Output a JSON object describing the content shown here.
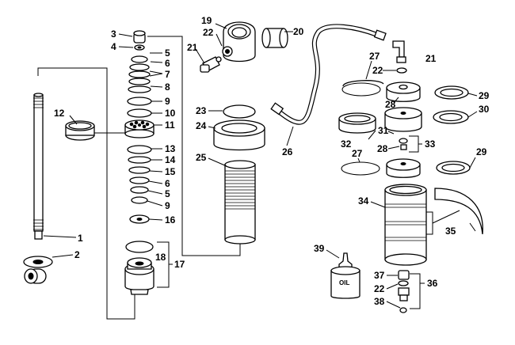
{
  "callouts": [
    "1",
    "2",
    "3",
    "4",
    "5",
    "6",
    "7",
    "8",
    "9",
    "10",
    "11",
    "12",
    "13",
    "14",
    "15",
    "6",
    "5",
    "9",
    "16",
    "17",
    "18",
    "19",
    "20",
    "21",
    "22",
    "23",
    "24",
    "25",
    "26",
    "21",
    "22",
    "27",
    "28",
    "29",
    "30",
    "31",
    "32",
    "28",
    "33",
    "27",
    "29",
    "34",
    "35",
    "36",
    "37",
    "22",
    "38",
    "39"
  ],
  "bottle_label": "OIL"
}
